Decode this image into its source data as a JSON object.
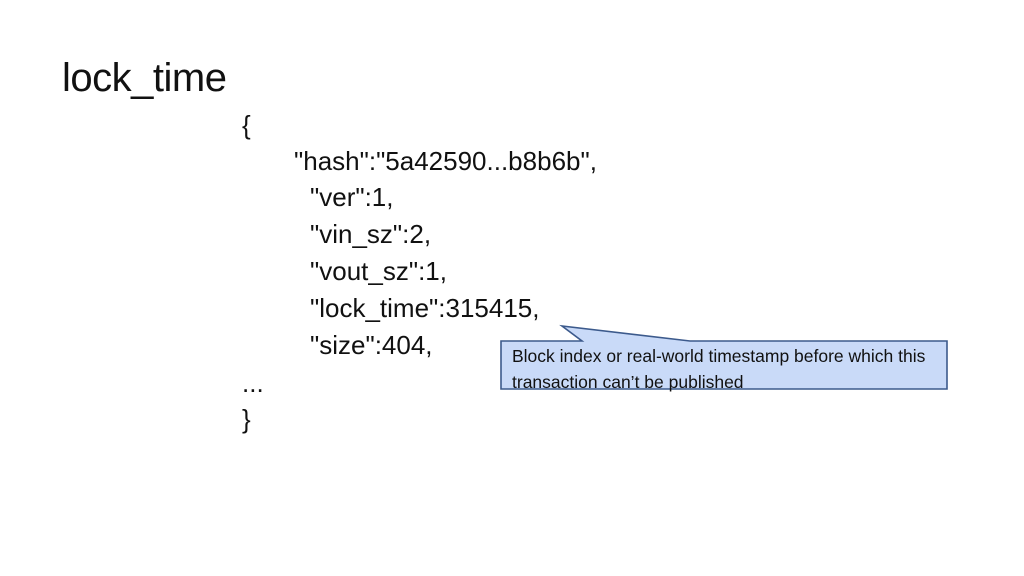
{
  "slide": {
    "title": "lock_time"
  },
  "code": {
    "lines": [
      "{",
      "\"hash\":\"5a42590...b8b6b\",",
      "\"ver\":1,",
      "\"vin_sz\":2,",
      "\"vout_sz\":1,",
      "\"lock_time\":315415,",
      "\"size\":404,",
      "...",
      "}"
    ]
  },
  "callout": {
    "text": "Block index or real-world timestamp before which this transaction can’t be published",
    "fill_color": "#c9daf8",
    "border_color": "#3c5a8c"
  }
}
